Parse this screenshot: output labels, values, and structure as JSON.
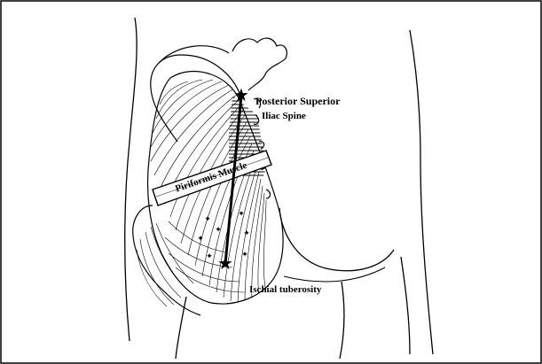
{
  "labels": {
    "psis_line1": "Posterior Superior",
    "psis_line2": "Iliac Spine",
    "piriformis": "Piriformis Muscle",
    "ischial": "Ischial tuberosity"
  },
  "colors": {
    "line": "#000000",
    "background": "#ffffff"
  }
}
